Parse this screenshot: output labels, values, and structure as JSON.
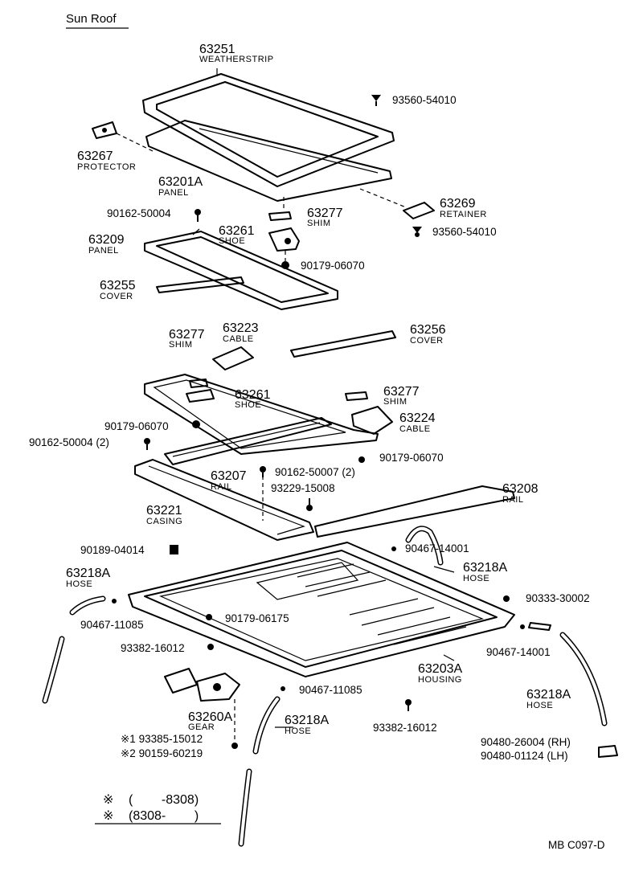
{
  "title": "Sun Roof",
  "code": "MB C097-D",
  "parts": {
    "p63251": {
      "num": "63251",
      "name": "WEATHERSTRIP"
    },
    "p63267": {
      "num": "63267",
      "name": "PROTECTOR"
    },
    "p63201A": {
      "num": "63201A",
      "name": "PANEL"
    },
    "p63269": {
      "num": "63269",
      "name": "RETAINER"
    },
    "p63277a": {
      "num": "63277",
      "name": "SHIM"
    },
    "p63261a": {
      "num": "63261",
      "name": "SHOE"
    },
    "p63209": {
      "num": "63209",
      "name": "PANEL"
    },
    "p63255": {
      "num": "63255",
      "name": "COVER"
    },
    "p63277b": {
      "num": "63277",
      "name": "SHIM"
    },
    "p63223": {
      "num": "63223",
      "name": "CABLE"
    },
    "p63256": {
      "num": "63256",
      "name": "COVER"
    },
    "p63261b": {
      "num": "63261",
      "name": "SHOE"
    },
    "p63277c": {
      "num": "63277",
      "name": "SHIM"
    },
    "p63224": {
      "num": "63224",
      "name": "CABLE"
    },
    "p63207": {
      "num": "63207",
      "name": "RAIL"
    },
    "p63221": {
      "num": "63221",
      "name": "CASING"
    },
    "p63208": {
      "num": "63208",
      "name": "RAIL"
    },
    "p63218a": {
      "num": "63218A",
      "name": "HOSE"
    },
    "p63218b": {
      "num": "63218A",
      "name": "HOSE"
    },
    "p63203A": {
      "num": "63203A",
      "name": "HOUSING"
    },
    "p63218c": {
      "num": "63218A",
      "name": "HOSE"
    },
    "p63260A": {
      "num": "63260A",
      "name": "GEAR"
    },
    "p63218d": {
      "num": "63218A",
      "name": "HOSE"
    }
  },
  "fasteners": {
    "f1": "93560-54010",
    "f2": "90162-50004",
    "f3": "93560-54010",
    "f4": "90179-06070",
    "f5": "90179-06070",
    "f6": "90162-50004 (2)",
    "f7": "90179-06070",
    "f8": "90162-50007 (2)",
    "f9": "93229-15008",
    "f10": "90189-04014",
    "f11": "90467-14001",
    "f12": "90467-11085",
    "f13": "90179-06175",
    "f14": "90333-30002",
    "f15": "93382-16012",
    "f16": "90467-14001",
    "f17": "90467-11085",
    "f18": "93382-16012",
    "f19": "※1 93385-15012",
    "f20": "※2 90159-60219",
    "f21": "90480-26004 (RH)",
    "f22": "90480-01124 (LH)"
  },
  "legend": {
    "row1_mark": "※",
    "row1_text": "(        -8308)",
    "row2_mark": "※",
    "row2_text": "(8308-        )"
  }
}
